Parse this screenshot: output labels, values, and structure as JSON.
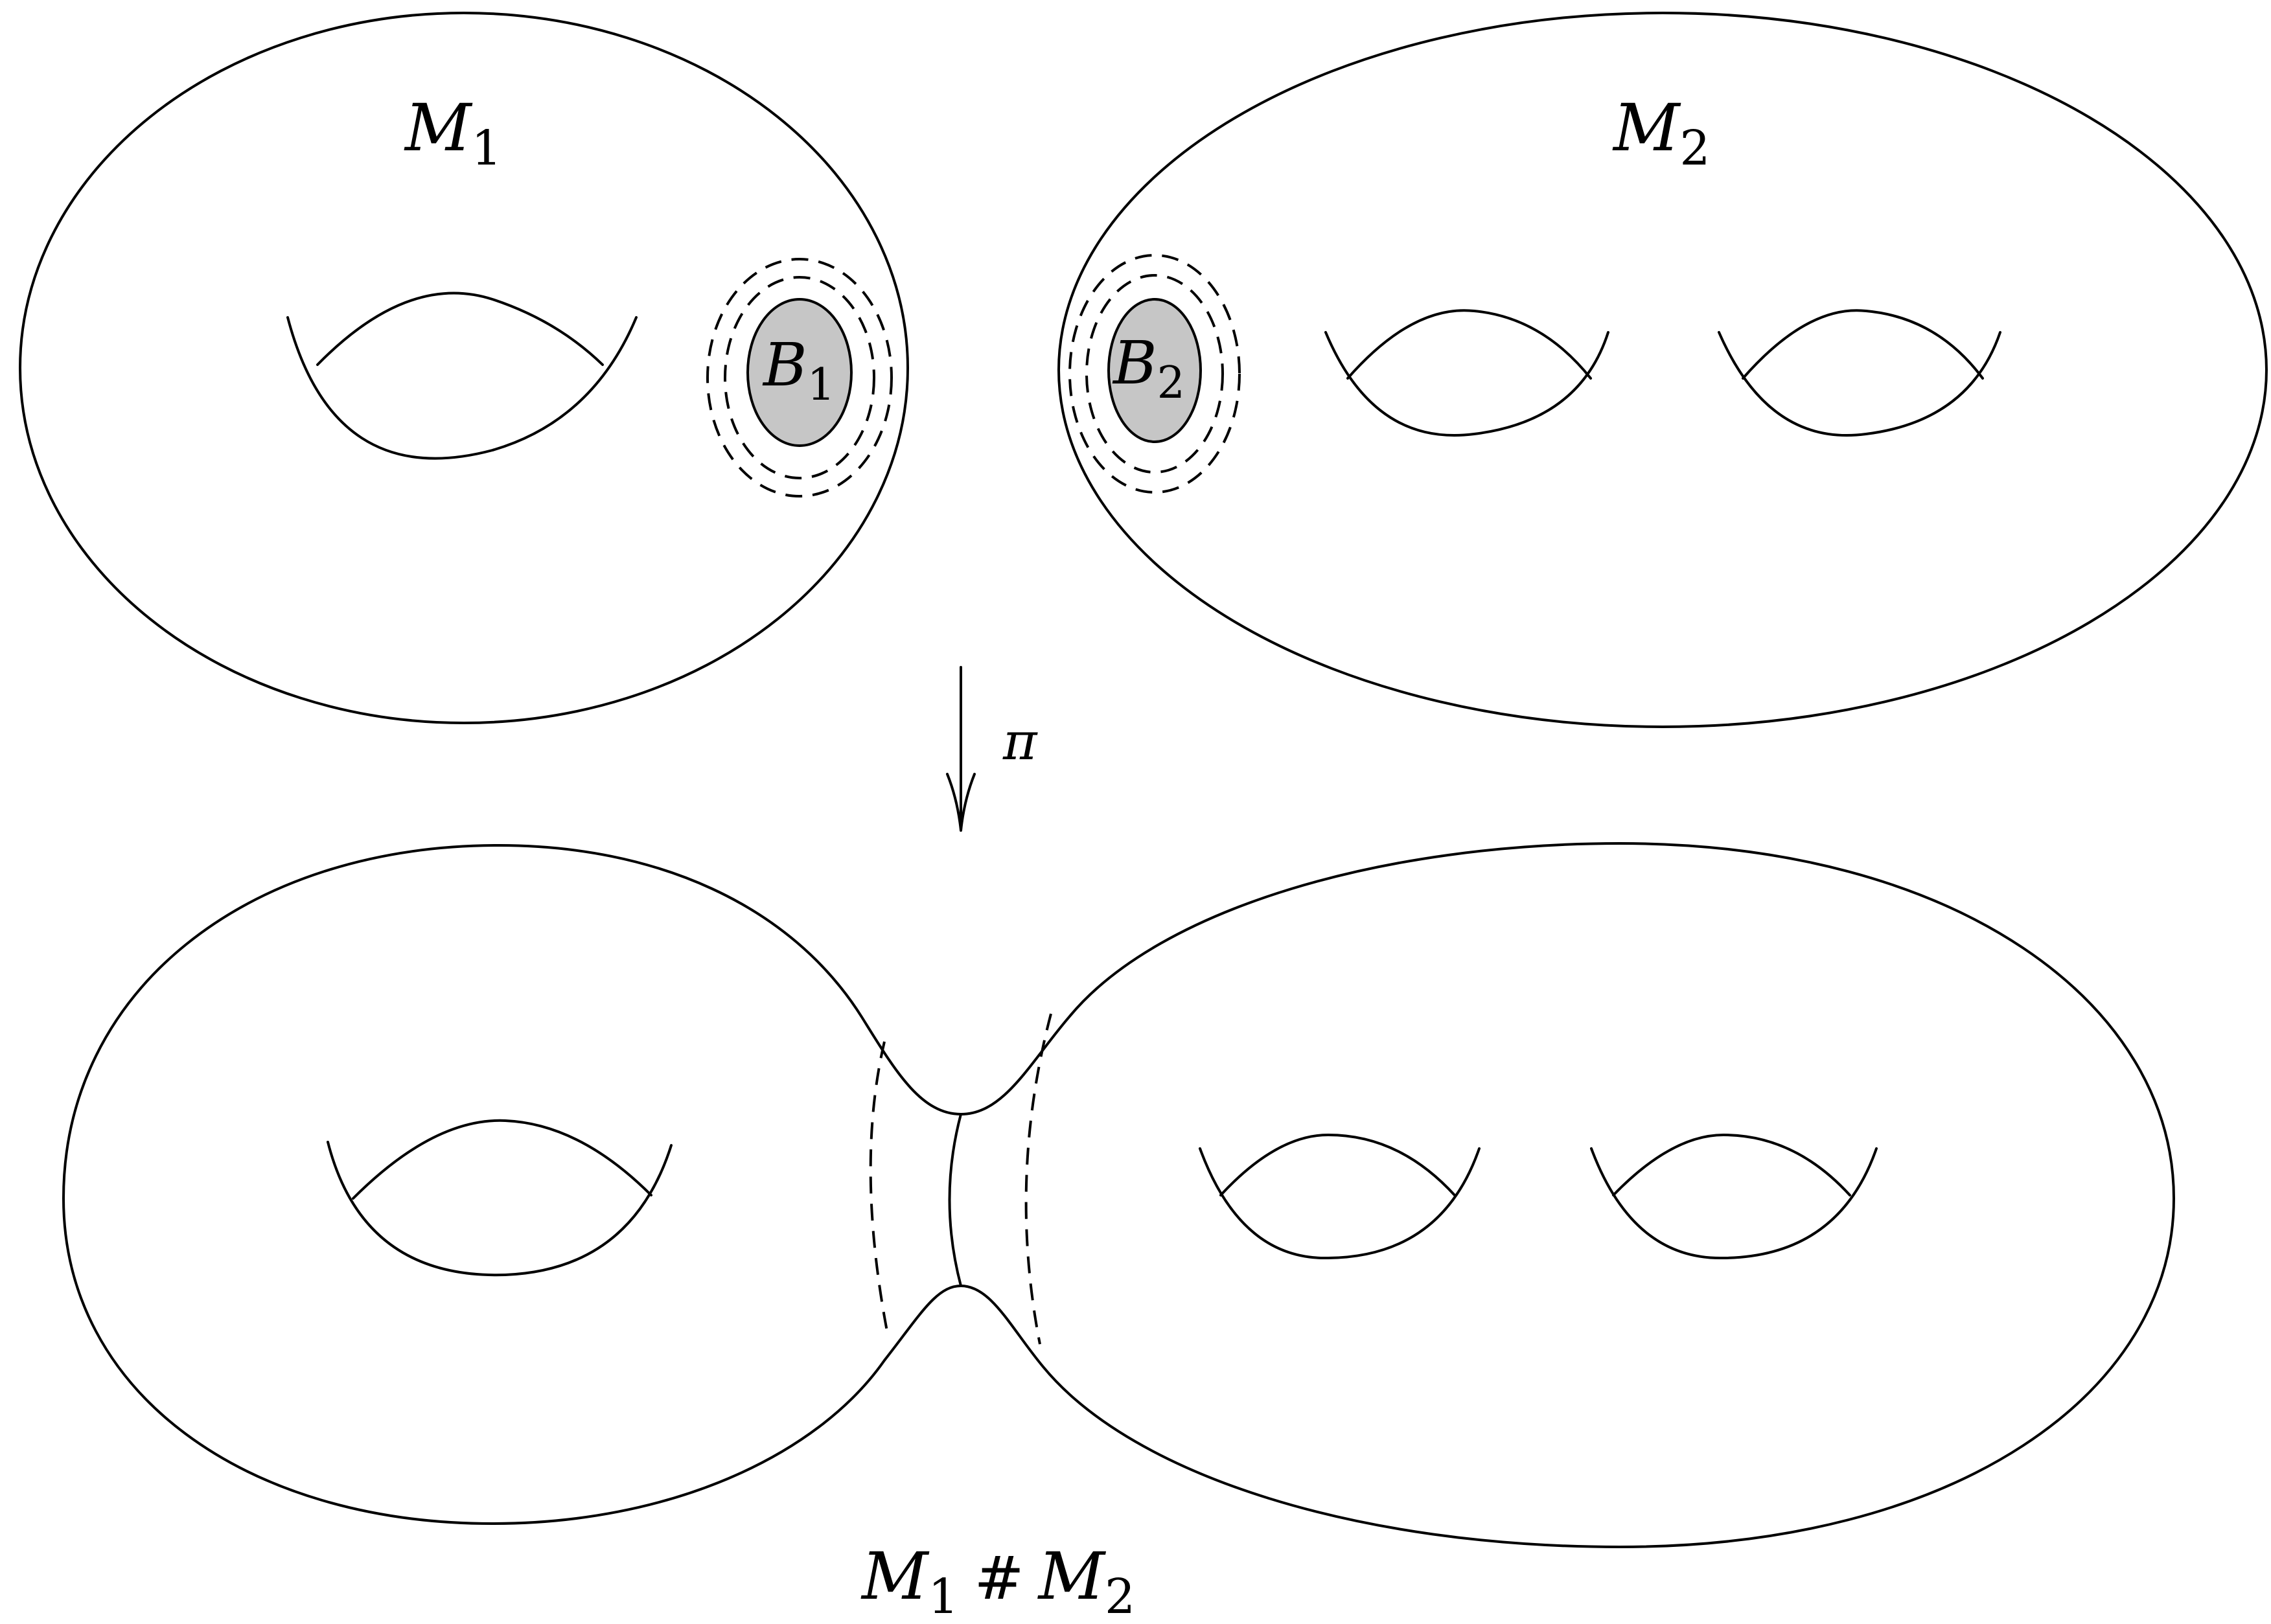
{
  "labels": {
    "m1": {
      "base": "M",
      "sub": "1"
    },
    "m2": {
      "base": "M",
      "sub": "2"
    },
    "b1": {
      "base": "B",
      "sub": "1"
    },
    "b2": {
      "base": "B",
      "sub": "2"
    },
    "pi": "π",
    "connected_sum": {
      "left_base": "M",
      "left_sub": "1",
      "op": "#",
      "right_base": "M",
      "right_sub": "2"
    }
  },
  "colors": {
    "stroke": "#000000",
    "disk_fill": "#c6c6c6",
    "background": "#ffffff"
  }
}
